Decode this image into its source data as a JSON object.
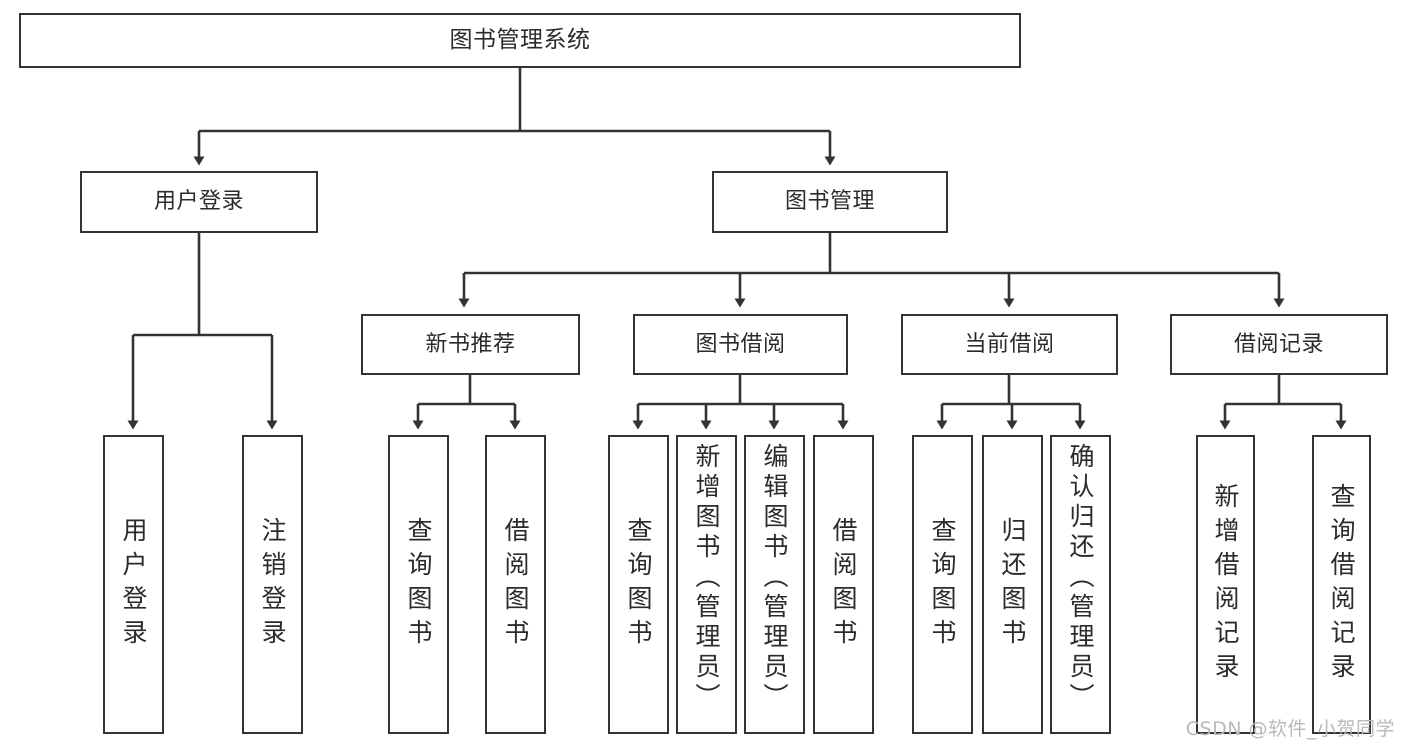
{
  "diagram": {
    "title": "图书管理系统",
    "type": "tree-hierarchy",
    "watermark": "CSDN @软件_小贺同学",
    "colors": {
      "background": "#ffffff",
      "border": "#333333",
      "text": "#2b2b2b",
      "edge": "#333333",
      "watermark": "#b9b9b9"
    }
  },
  "nodes": {
    "root": {
      "label": "图书管理系统"
    },
    "level2": [
      {
        "id": "user-login",
        "label": "用户登录"
      },
      {
        "id": "book-manage",
        "label": "图书管理"
      }
    ],
    "level3": [
      {
        "id": "new-book-recommend",
        "label": "新书推荐"
      },
      {
        "id": "book-borrow",
        "label": "图书借阅"
      },
      {
        "id": "current-borrow",
        "label": "当前借阅"
      },
      {
        "id": "borrow-record",
        "label": "借阅记录"
      }
    ],
    "leaves": {
      "user-login": [
        {
          "id": "leaf-user-login",
          "label": "用户登录"
        },
        {
          "id": "leaf-logout",
          "label": "注销登录"
        }
      ],
      "new-book-recommend": [
        {
          "id": "leaf-query-book-1",
          "label": "查询图书"
        },
        {
          "id": "leaf-borrow-book-1",
          "label": "借阅图书"
        }
      ],
      "book-borrow": [
        {
          "id": "leaf-query-book-2",
          "label": "查询图书"
        },
        {
          "id": "leaf-add-book",
          "label": "新增图书（管理员）"
        },
        {
          "id": "leaf-edit-book",
          "label": "编辑图书（管理员）"
        },
        {
          "id": "leaf-borrow-book-2",
          "label": "借阅图书"
        }
      ],
      "current-borrow": [
        {
          "id": "leaf-query-book-3",
          "label": "查询图书"
        },
        {
          "id": "leaf-return-book",
          "label": "归还图书"
        },
        {
          "id": "leaf-confirm-return",
          "label": "确认归还（管理员）"
        }
      ],
      "borrow-record": [
        {
          "id": "leaf-add-record",
          "label": "新增借阅记录"
        },
        {
          "id": "leaf-query-record",
          "label": "查询借阅记录"
        }
      ]
    }
  }
}
